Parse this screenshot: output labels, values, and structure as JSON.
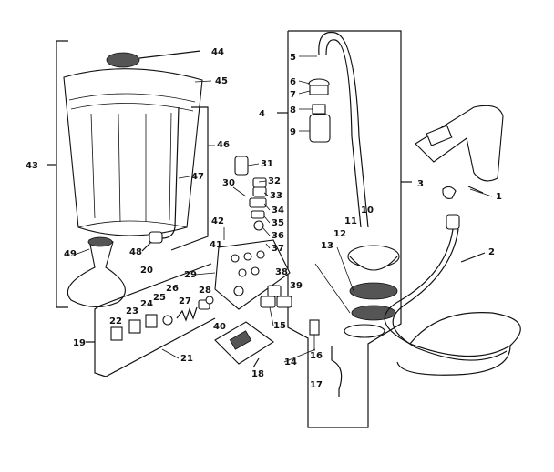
{
  "diagram": {
    "callouts": {
      "n1": "1",
      "n2": "2",
      "n3": "3",
      "n4": "4",
      "n5": "5",
      "n6": "6",
      "n7": "7",
      "n8": "8",
      "n9": "9",
      "n10": "10",
      "n11": "11",
      "n12": "12",
      "n13": "13",
      "n14": "14",
      "n15": "15",
      "n16": "16",
      "n17": "17",
      "n18": "18",
      "n19": "19",
      "n20": "20",
      "n21": "21",
      "n22": "22",
      "n23": "23",
      "n24": "24",
      "n25": "25",
      "n26": "26",
      "n27": "27",
      "n28": "28",
      "n29": "29",
      "n30": "30",
      "n31": "31",
      "n32": "32",
      "n33": "33",
      "n34": "34",
      "n35": "35",
      "n36": "36",
      "n37": "37",
      "n38": "38",
      "n39": "39",
      "n40": "40",
      "n41": "41",
      "n42": "42",
      "n43": "43",
      "n44": "44",
      "n45": "45",
      "n46": "46",
      "n47": "47",
      "n48": "48",
      "n49": "49"
    },
    "colors": {
      "ink": "#111111",
      "paper": "#ffffff"
    }
  }
}
